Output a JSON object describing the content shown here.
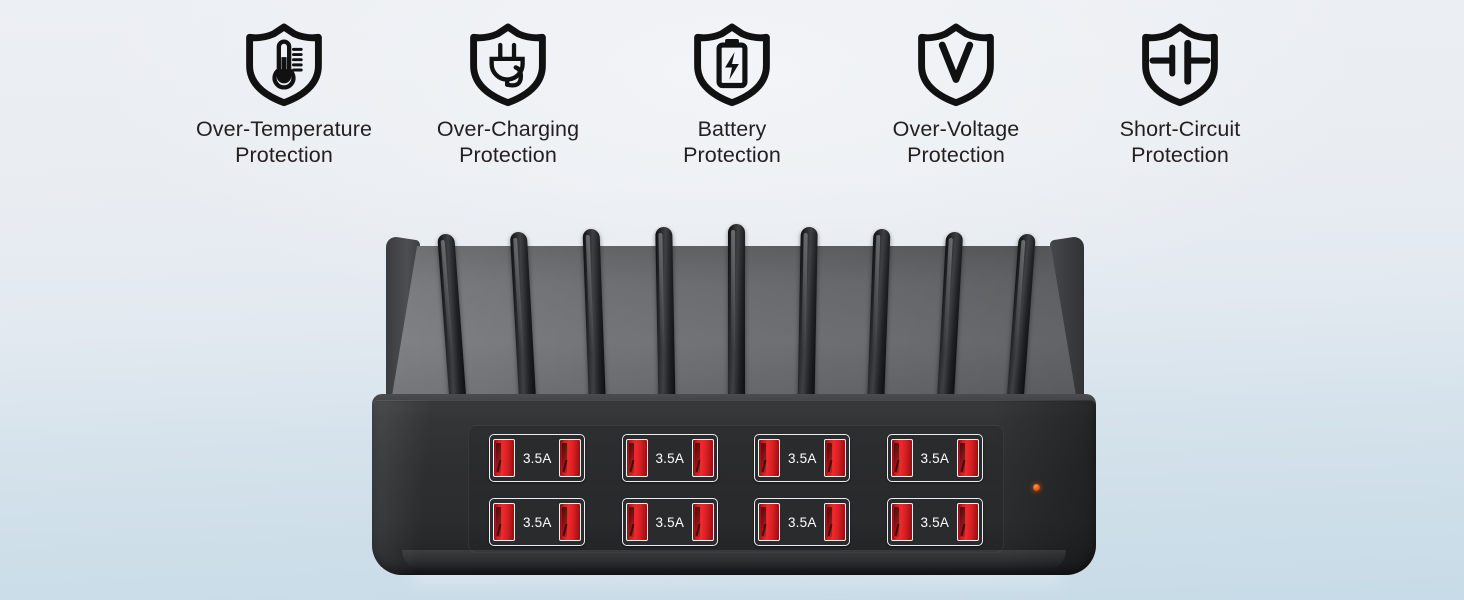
{
  "background": {
    "top_color": "#eceff3",
    "bottom_color": "#c7dbe8"
  },
  "features": [
    {
      "icon": "shield-thermometer-icon",
      "label": "Over-Temperature\nProtection"
    },
    {
      "icon": "shield-plug-icon",
      "label": "Over-Charging\nProtection"
    },
    {
      "icon": "shield-battery-bolt-icon",
      "label": "Battery\nProtection"
    },
    {
      "icon": "shield-voltage-v-icon",
      "label": "Over-Voltage\nProtection"
    },
    {
      "icon": "shield-short-circuit-icon",
      "label": "Short-Circuit\nProtection"
    }
  ],
  "device": {
    "name": "multi-device-usb-charging-station",
    "body_color": "#2e2f31",
    "deck_color": "#6c6d70",
    "fin_count": 9,
    "slot_count": 8,
    "led_color": "#e2430a",
    "ports": [
      {
        "amperage": "3.5A"
      },
      {
        "amperage": "3.5A"
      },
      {
        "amperage": "3.5A"
      },
      {
        "amperage": "3.5A"
      },
      {
        "amperage": "3.5A"
      },
      {
        "amperage": "3.5A"
      },
      {
        "amperage": "3.5A"
      },
      {
        "amperage": "3.5A"
      }
    ],
    "port_accent_color": "#ef2a2c"
  }
}
